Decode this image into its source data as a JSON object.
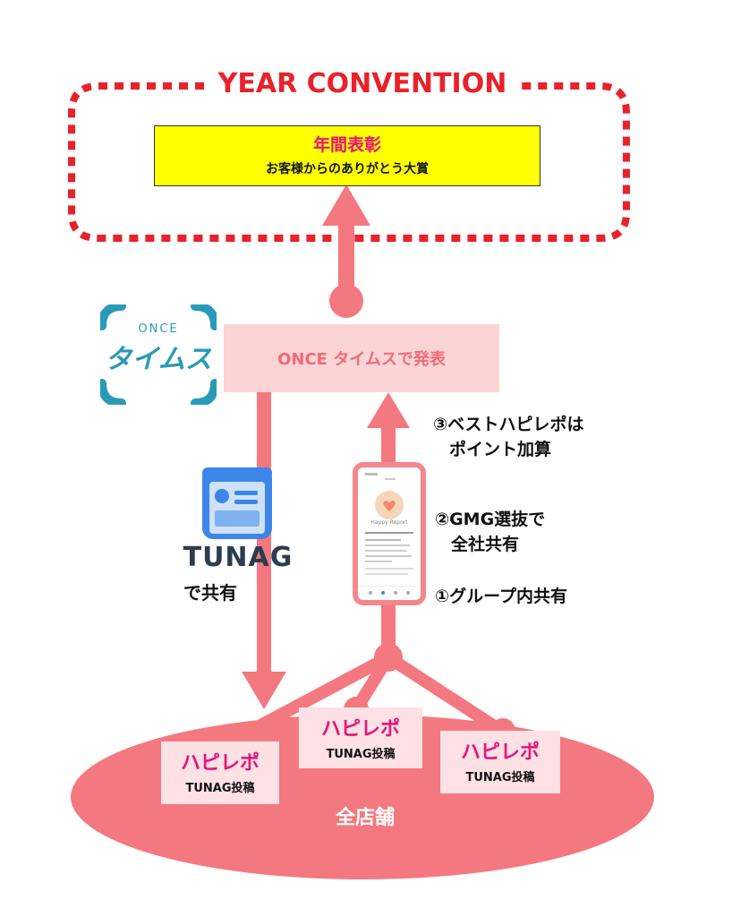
{
  "convention": {
    "title": "YEAR CONVENTION",
    "award_title": "年間表彰",
    "award_subtitle": "お客様からのありがとう大賞"
  },
  "publish": {
    "label": "ONCE タイムスで発表"
  },
  "once_logo": {
    "top_text": "ONCE",
    "bottom_text": "タイムス"
  },
  "tunag": {
    "word": "TUNAG",
    "share_label": "で共有"
  },
  "steps": {
    "step3_line1": "③ベストハピレポは",
    "step3_line2": "ポイント加算",
    "step2_line1": "②GMG選抜で",
    "step2_line2": "全社共有",
    "step1": "①グループ内共有"
  },
  "phone_screen": {
    "badge": "Happy Report"
  },
  "posts": [
    {
      "title": "ハピレポ",
      "subtitle": "TUNAG投稿"
    },
    {
      "title": "ハピレポ",
      "subtitle": "TUNAG投稿"
    },
    {
      "title": "ハピレポ",
      "subtitle": "TUNAG投稿"
    }
  ],
  "stores": {
    "label": "全店舗"
  },
  "colors": {
    "accent_red": "#e8222a",
    "salmon": "#f4787f",
    "pink_text": "#e8127a",
    "award_yellow": "#ffff00",
    "logo_blue": "#2a9ab8",
    "app_blue": "#3b86e8"
  }
}
